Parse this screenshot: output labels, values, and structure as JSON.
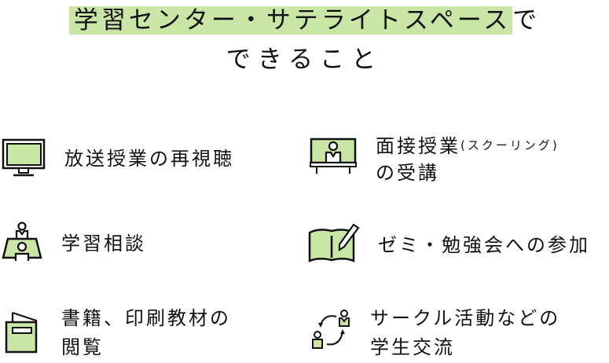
{
  "title": {
    "highlighted": "学習センター・サテライトスペース",
    "suffix": "で",
    "line2": "できること",
    "highlight_color": "#c9e6a6"
  },
  "icon_fill_color": "#c9e6a6",
  "items": [
    {
      "icon": "monitor-icon",
      "line1": "放送授業の再視聴",
      "line1_small": "",
      "line2": ""
    },
    {
      "icon": "classroom-lecture-icon",
      "line1": "面接授業",
      "line1_small": "(スクーリング)",
      "line2": "の受講"
    },
    {
      "icon": "consultation-desk-icon",
      "line1": "学習相談",
      "line1_small": "",
      "line2": ""
    },
    {
      "icon": "open-book-pen-icon",
      "line1": "ゼミ・勉強会への参加",
      "line1_small": "",
      "line2": ""
    },
    {
      "icon": "booklet-icon",
      "line1": "書籍、印刷教材の",
      "line1_small": "",
      "line2": "閲覧"
    },
    {
      "icon": "student-exchange-icon",
      "line1": "サークル活動などの",
      "line1_small": "",
      "line2": "学生交流"
    }
  ]
}
